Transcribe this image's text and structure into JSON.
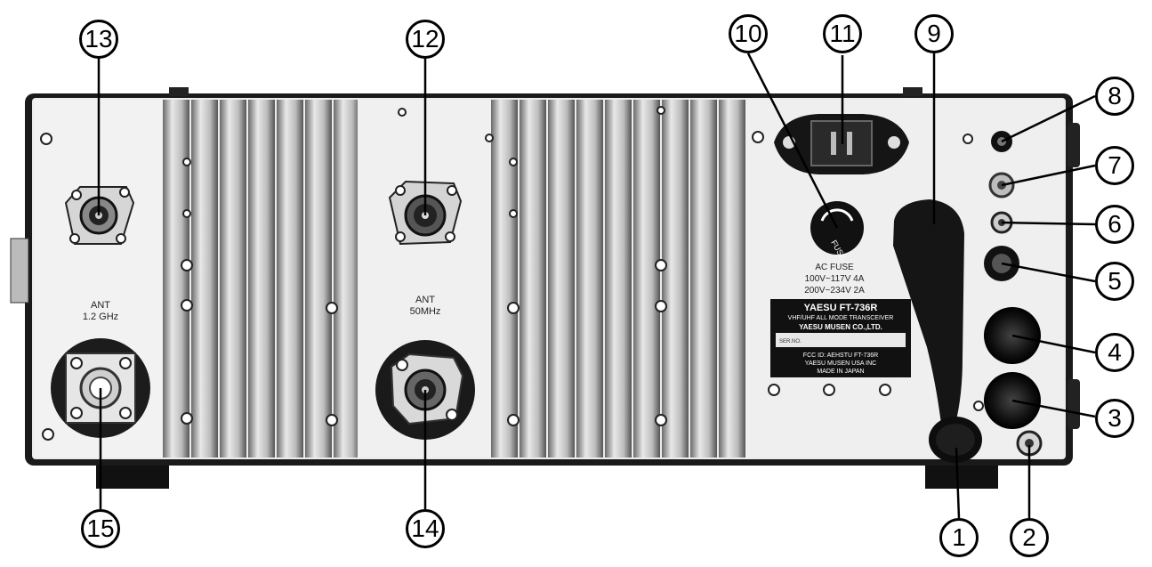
{
  "callouts": [
    "1",
    "2",
    "3",
    "4",
    "5",
    "6",
    "7",
    "8",
    "9",
    "10",
    "11",
    "12",
    "13",
    "14",
    "15"
  ],
  "panel_labels": {
    "ant_12ghz": [
      "ANT",
      "1.2 GHz"
    ],
    "ant_50mhz": [
      "ANT",
      "50MHz"
    ],
    "fuse_cap": "FUSE",
    "ac_fuse": [
      "AC FUSE",
      "100V~117V 4A",
      "200V~234V 2A"
    ],
    "nameplate": [
      "YAESU FT-736R",
      "VHF/UHF ALL MODE TRANSCEIVER",
      "YAESU MUSEN CO.,LTD.",
      "SER.NO.",
      "FCC ID: AEHSTU FT-736R",
      "YAESU MUSEN USA INC",
      "MADE IN JAPAN"
    ]
  }
}
